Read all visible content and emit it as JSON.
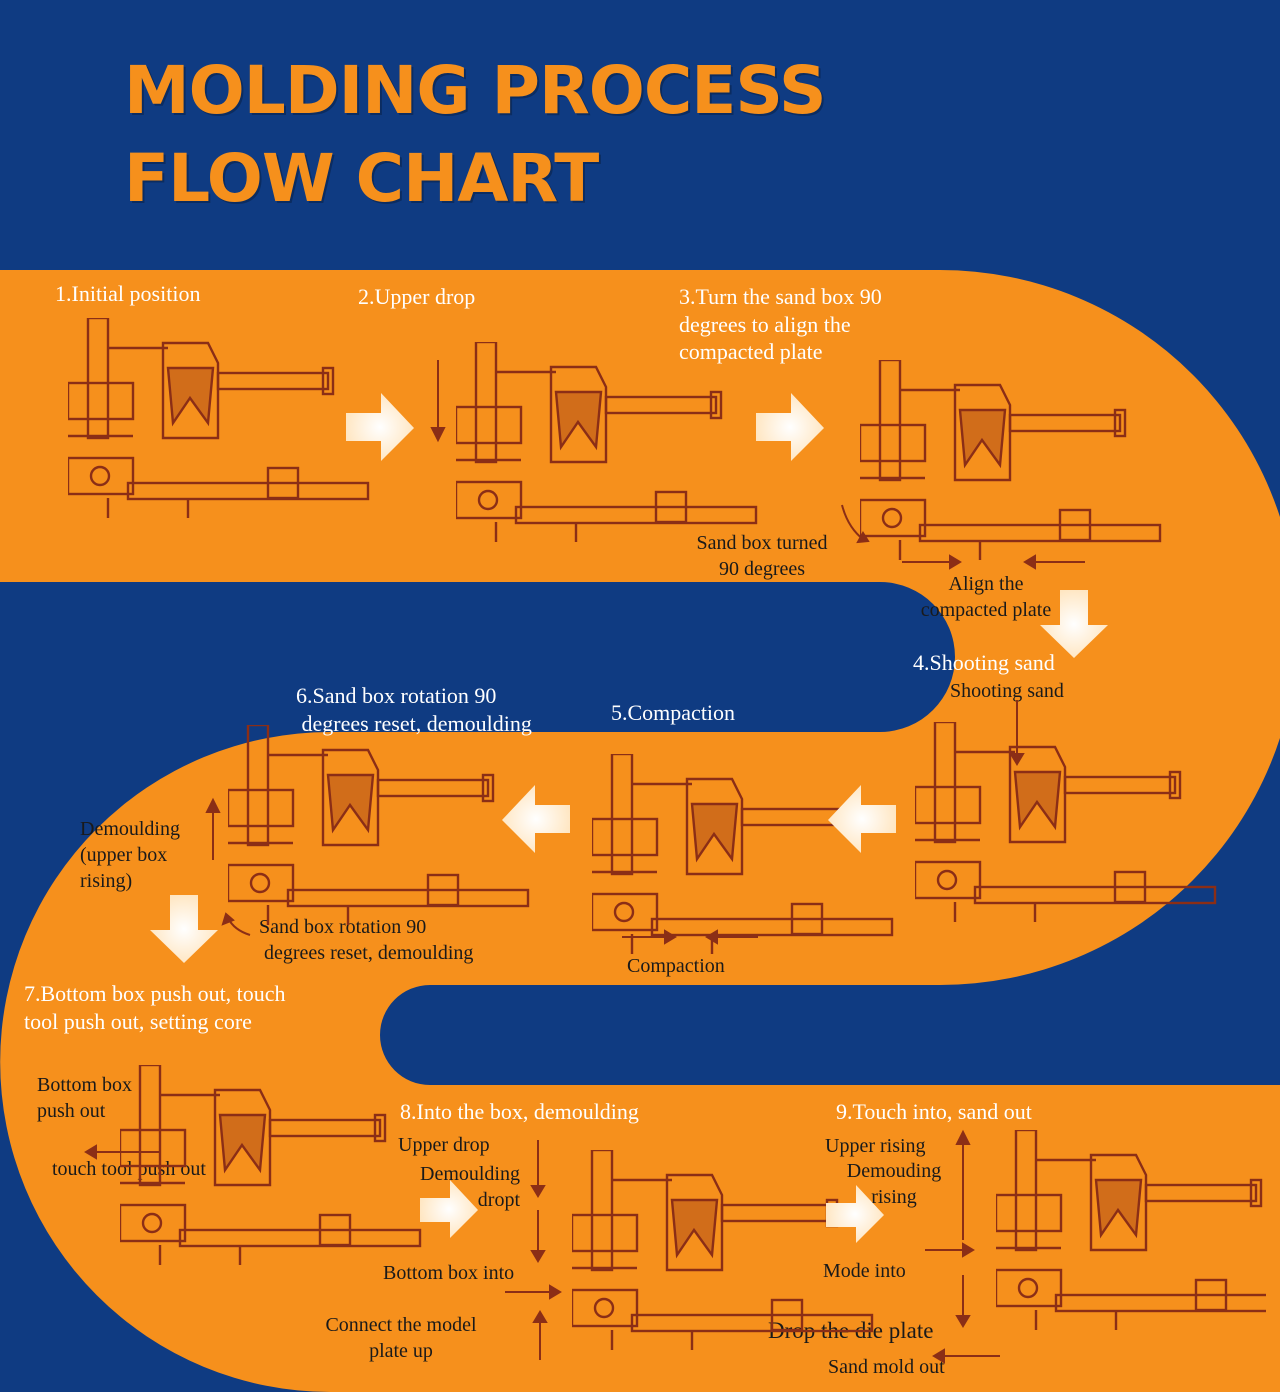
{
  "title": {
    "line1": "MOLDING PROCESS",
    "line2": "FLOW CHART"
  },
  "colors": {
    "background": "#0f3b82",
    "band": "#f6901c",
    "title": "#f6901c",
    "drawing": "#8b2e16"
  },
  "steps": [
    {
      "label": "1.Initial position"
    },
    {
      "label": "2.Upper drop"
    },
    {
      "label": "3.Turn the sand box 90\ndegrees to align the\ncompacted plate"
    },
    {
      "label": "4.Shooting sand"
    },
    {
      "label": "5.Compaction"
    },
    {
      "label": "6.Sand box rotation 90\n degrees reset, demoulding"
    },
    {
      "label": "7.Bottom box push out, touch\ntool push out, setting core"
    },
    {
      "label": "8.Into the box, demoulding"
    },
    {
      "label": "9.Touch into, sand out"
    }
  ],
  "notes": {
    "sand_box_turned": "Sand box turned\n90 degrees",
    "align_plate": "Align the\ncompacted plate",
    "shooting_sand": "Shooting sand",
    "compaction": "Compaction",
    "demoulding_upper": "Demoulding\n(upper box\nrising)",
    "rotation_reset": "Sand box rotation 90\n degrees reset, demoulding",
    "bottom_box_push": "Bottom box\npush out",
    "touch_tool_push": "touch tool push out",
    "upper_drop": "Upper drop",
    "demoulding_dropt": "Demoulding\ndropt",
    "bottom_box_into": "Bottom box into",
    "connect_model": "Connect the model\nplate up",
    "upper_rising": "Upper rising",
    "demouding_rising": "Demouding\nrising",
    "mode_into": "Mode into",
    "drop_die_plate": "Drop the die plate",
    "sand_mold_out": "Sand mold out"
  }
}
